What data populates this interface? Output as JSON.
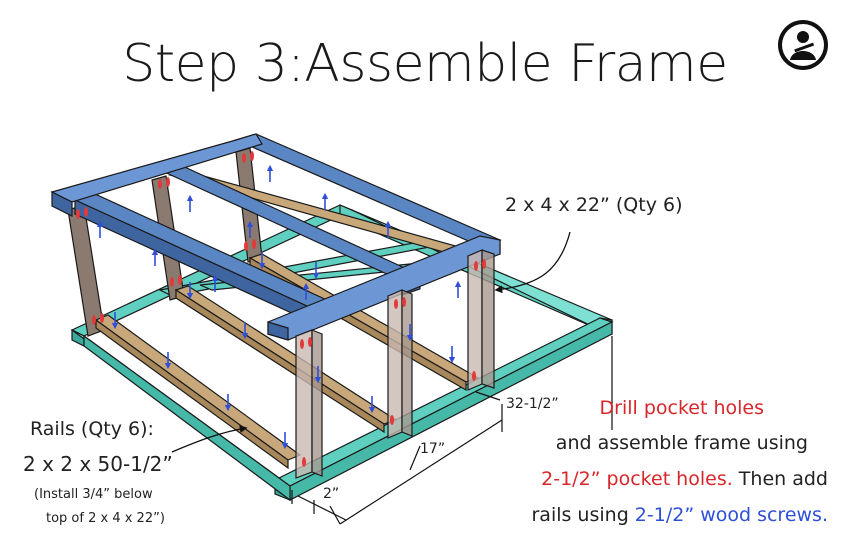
{
  "title": "Step 3:Assemble Frame",
  "labels": {
    "stud": "2 x 4 x 22” (Qty 6)",
    "rails_title": "Rails (Qty 6):",
    "rails_size": "2 x 2 x 50-1/2”",
    "rails_note_line1": "(Install 3/4” below",
    "rails_note_line2": "top of 2 x 4 x 22”)",
    "dim_depth": "32-1/2”",
    "dim_width": "17”",
    "dim_inset": "2”"
  },
  "instructions": {
    "line1_red": "Drill pocket holes",
    "line2": "and assemble frame using",
    "line3_red": "2-1/2” pocket holes.",
    "line3_rest": " Then add",
    "line4_start": "rails using ",
    "line4_blue": "2-1/2” wood screws."
  },
  "colors": {
    "top_frame": "#5b86c4",
    "base_frame": "#5fd0c0",
    "legs": "#8a7a70",
    "rails": "#c8a87a",
    "pocket_hole": "#e03a3a",
    "screw_arrow": "#2f4fd8"
  },
  "icons": [
    "builder-logo-icon"
  ]
}
